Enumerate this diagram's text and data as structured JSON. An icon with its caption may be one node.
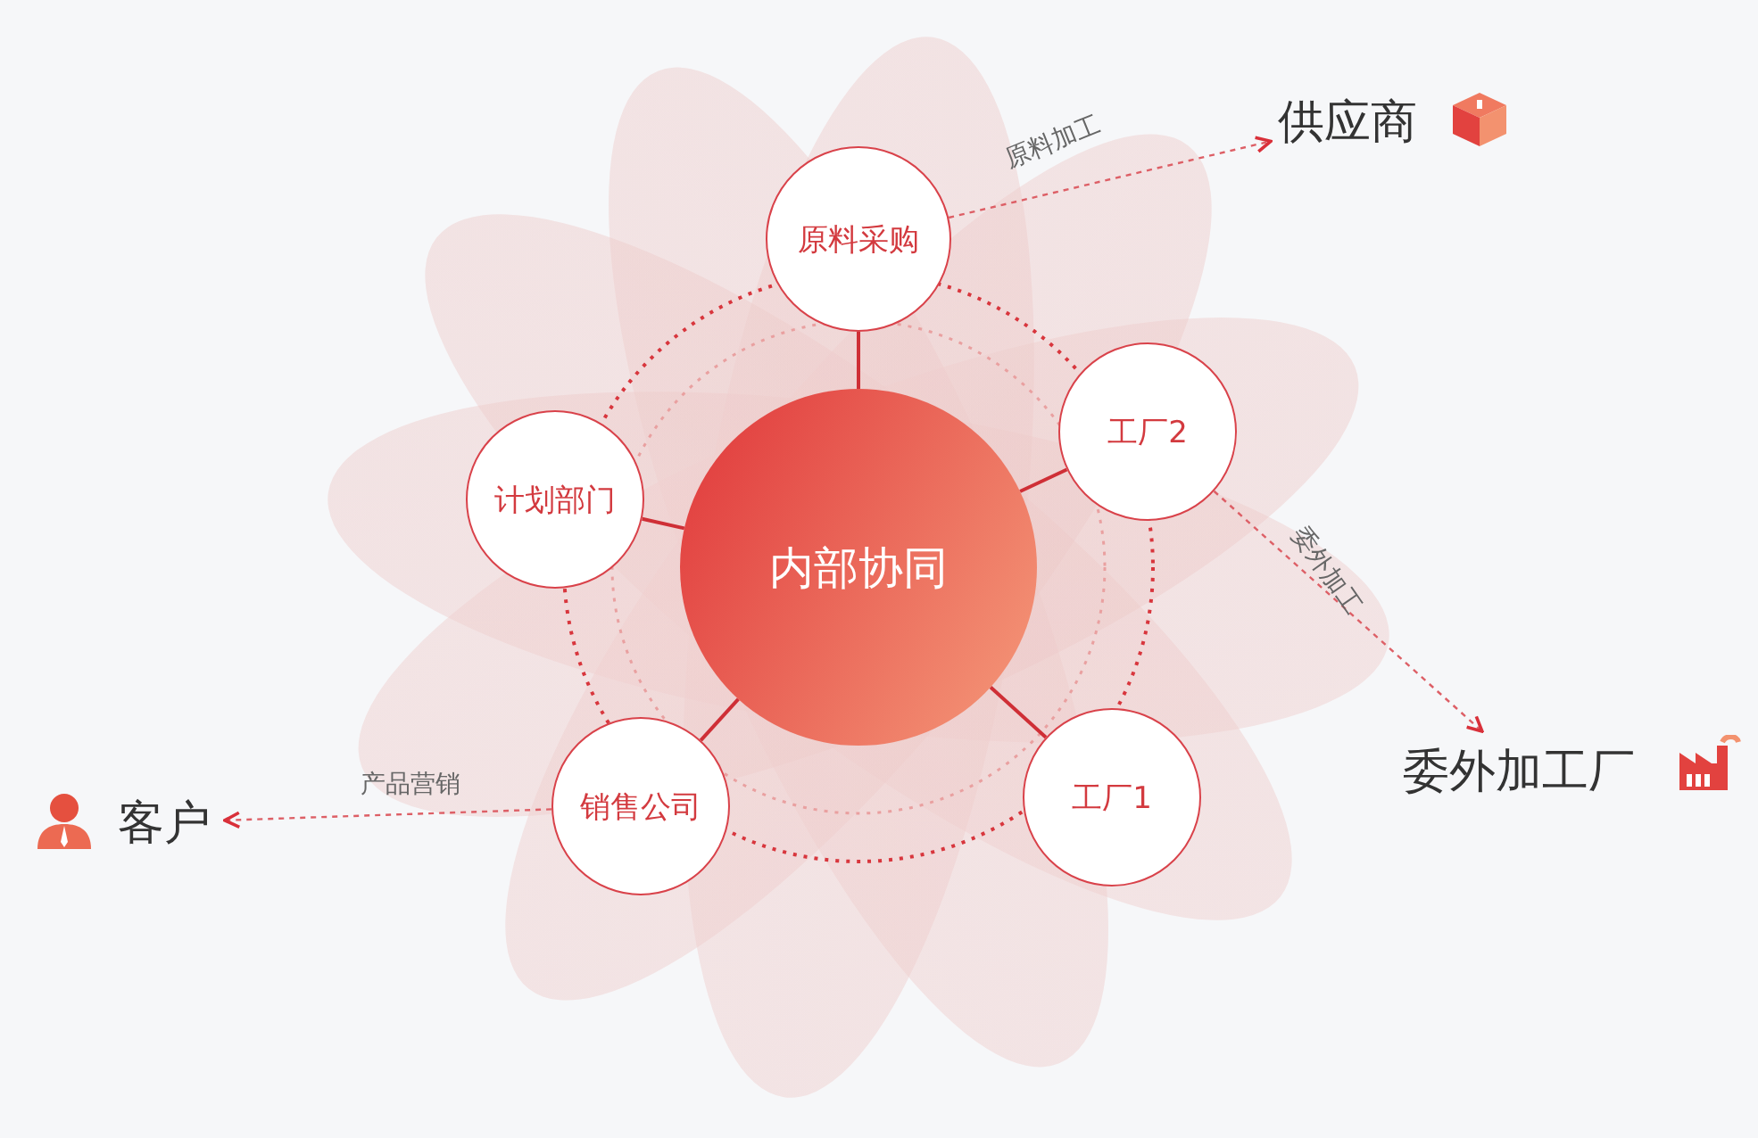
{
  "diagram": {
    "nodes": [
      {
        "text": [
          "内部协同"
        ]
      },
      {
        "text": [
          "原料采购"
        ]
      },
      {
        "text": [
          "工厂2"
        ]
      },
      {
        "text": [
          "工厂1"
        ]
      },
      {
        "text": [
          "销售公司"
        ]
      },
      {
        "text": [
          "计划部门"
        ]
      },
      {
        "text": [
          "供应商"
        ]
      },
      {
        "text": [
          "委外加工厂"
        ]
      },
      {
        "text": [
          "客户"
        ]
      }
    ],
    "edges": [
      {
        "from": 0,
        "to": 1,
        "arrow": "none"
      },
      {
        "from": 0,
        "to": 2,
        "arrow": "none"
      },
      {
        "from": 0,
        "to": 3,
        "arrow": "none"
      },
      {
        "from": 0,
        "to": 4,
        "arrow": "none"
      },
      {
        "from": 0,
        "to": 5,
        "arrow": "none"
      },
      {
        "from": 1,
        "to": 6,
        "arrow": "to",
        "label": "原料加工",
        "style": "dashed"
      },
      {
        "from": 2,
        "to": 7,
        "arrow": "to",
        "label": "委外加工",
        "style": "dashed"
      },
      {
        "from": 4,
        "to": 8,
        "arrow": "to",
        "label": "产品营销",
        "style": "dashed"
      }
    ]
  }
}
